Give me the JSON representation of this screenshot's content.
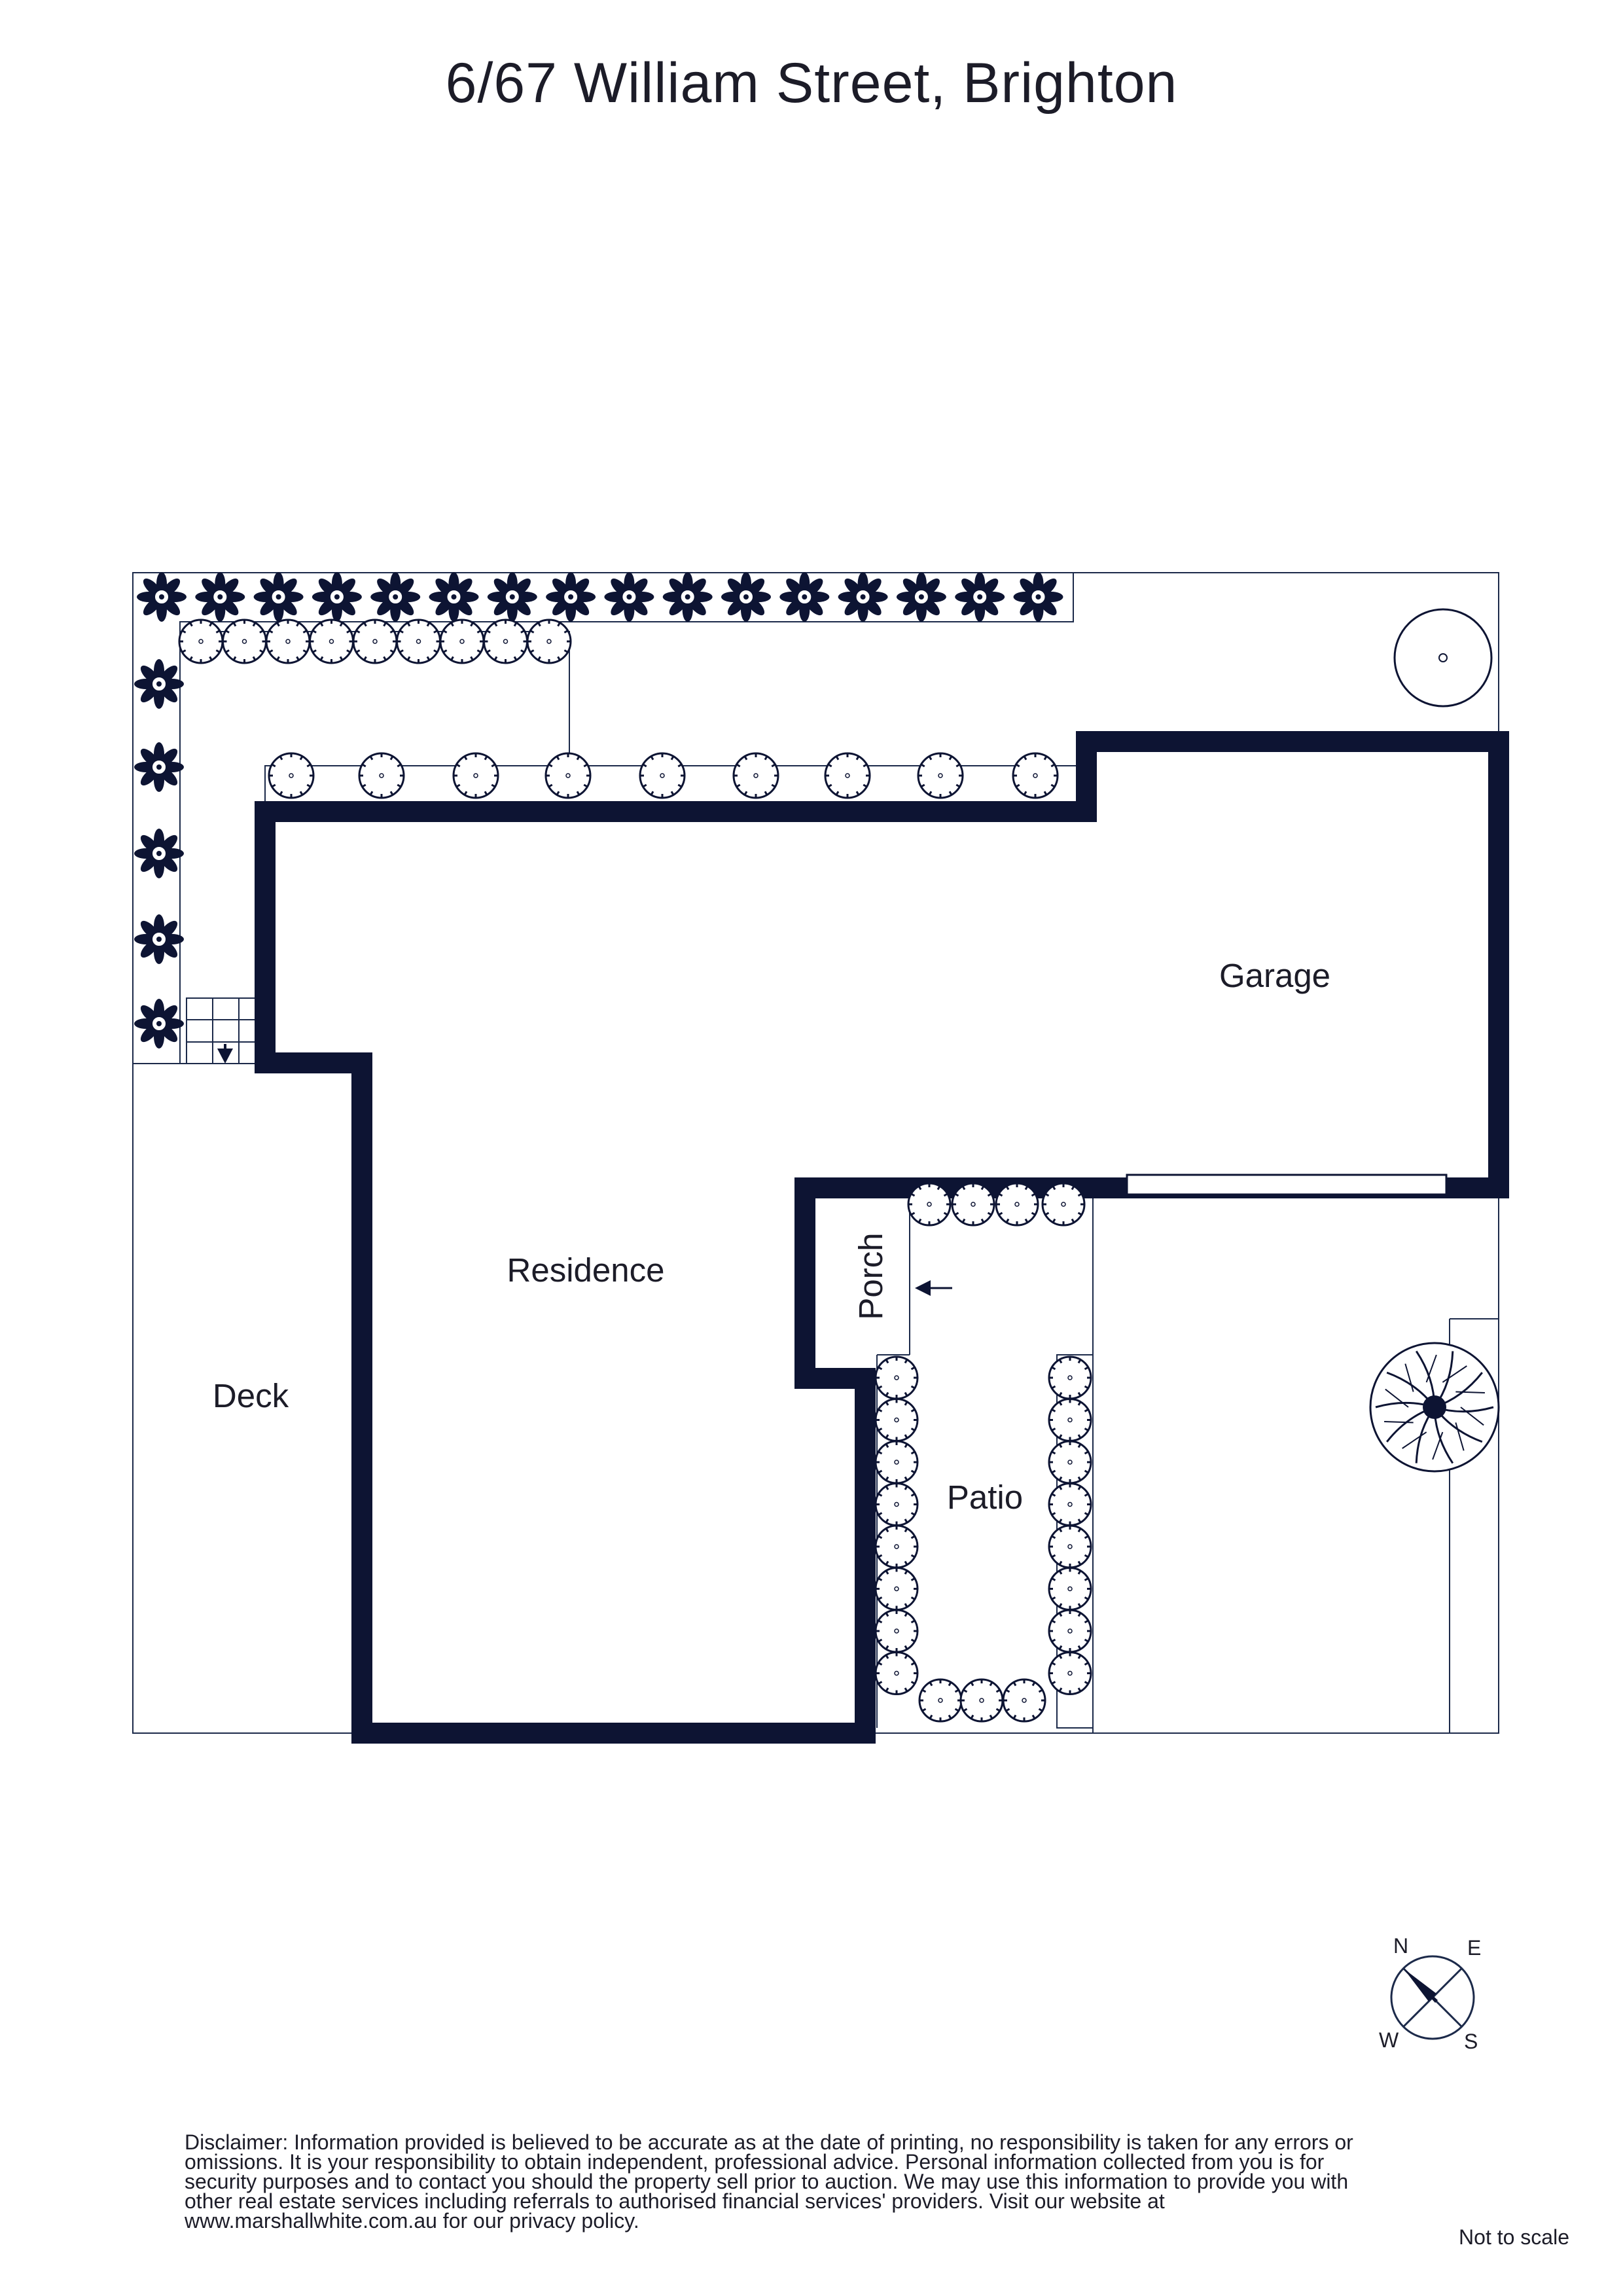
{
  "title": "6/67 William Street, Brighton",
  "rooms": {
    "garage": "Garage",
    "residence": "Residence",
    "deck": "Deck",
    "porch": "Porch",
    "patio": "Patio"
  },
  "compass": {
    "n": "N",
    "e": "E",
    "w": "W",
    "s": "S"
  },
  "disclaimer": "Disclaimer: Information provided is believed to be accurate as at the date of printing, no responsibility is taken for any errors or omissions. It is your responsibility to obtain independent, professional advice. Personal information collected from you is for security purposes and to contact you should the property sell prior to auction. We may use this information to provide you with other real estate services including referrals to authorised financial services' providers. Visit our website at www.marshallwhite.com.au for our privacy policy.",
  "scale_note": "Not to scale",
  "colors": {
    "wall": "#0d1433",
    "line": "#1c2a4a",
    "text": "#1c1c28"
  }
}
